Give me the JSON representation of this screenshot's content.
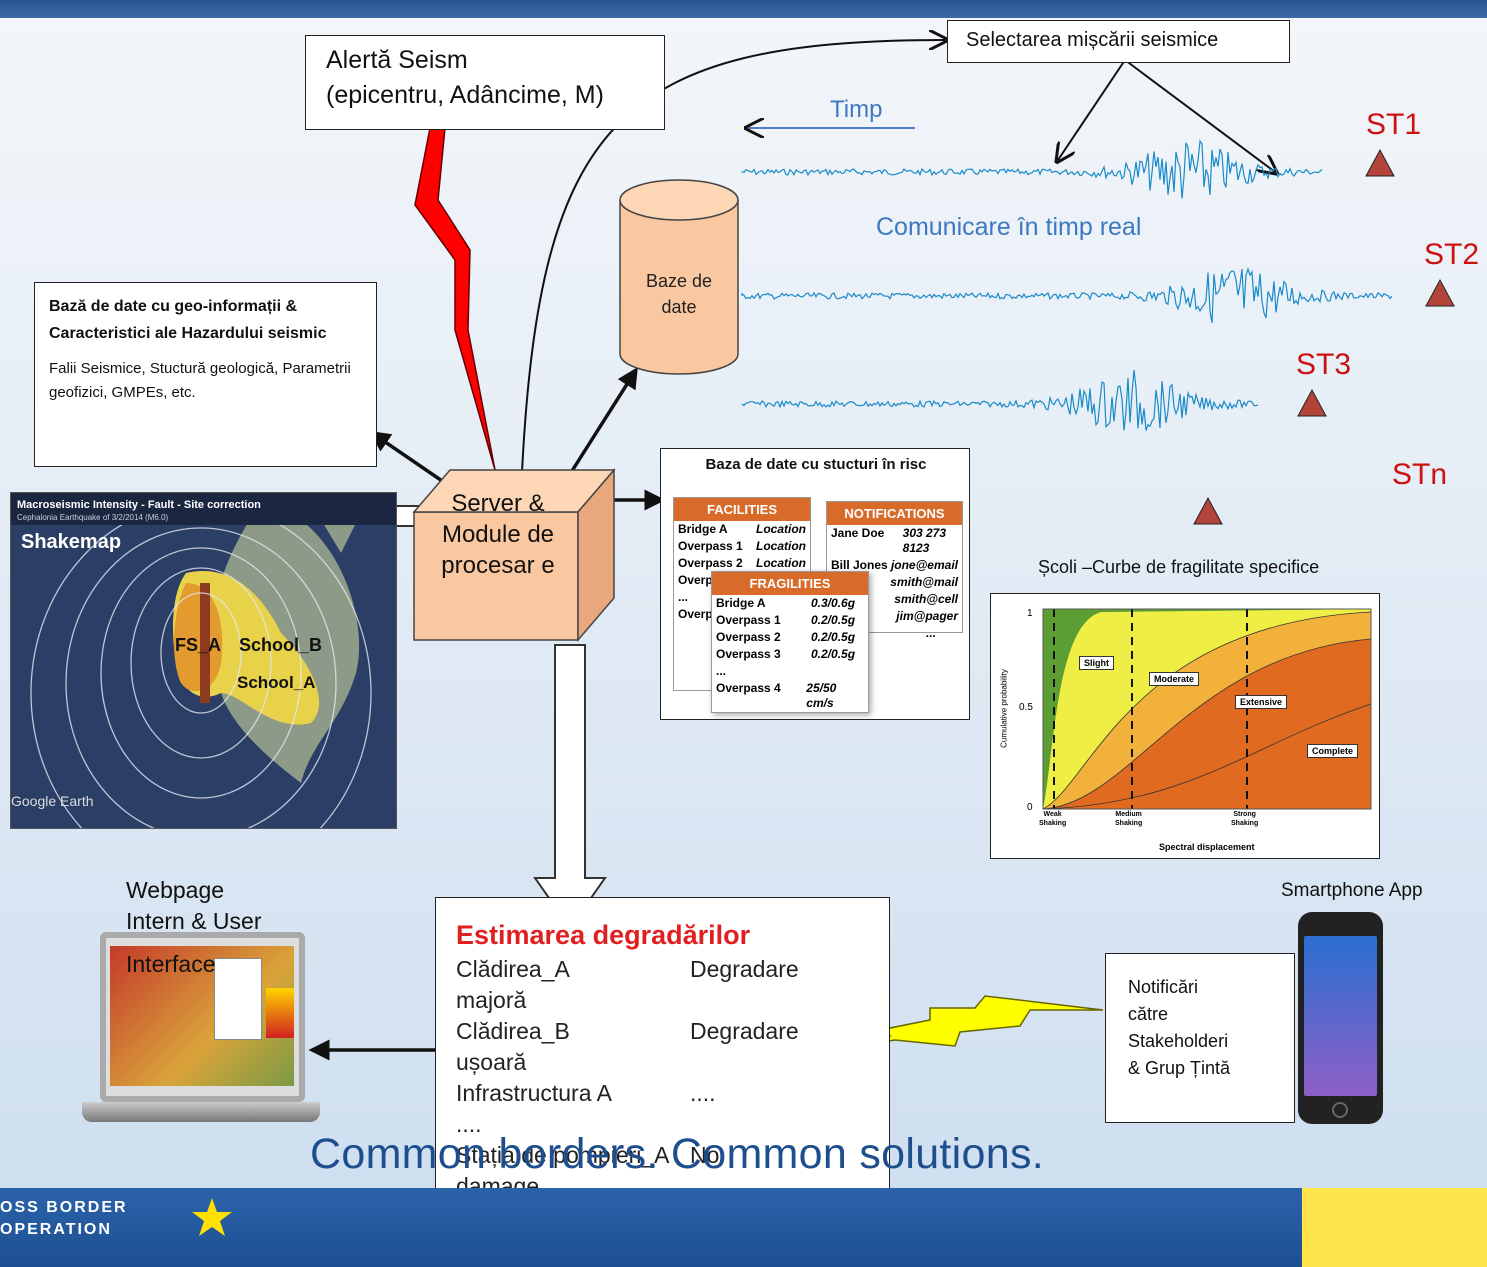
{
  "alert": {
    "line1": "Alertă Seism",
    "line2": "(epicentru, Adâncime, M)"
  },
  "selection": {
    "label": "Selectarea mișcării seismice"
  },
  "time_label": "Timp",
  "comm_label": "Comunicare în timp real",
  "sensors": [
    "ST1",
    "ST2",
    "ST3",
    "STn"
  ],
  "database": {
    "line1": "Baze de",
    "line2": "date"
  },
  "geo_db": {
    "title": "Bază de date cu geo-informații & Caracteristici ale Hazardului seismic",
    "body": "Falii Seismice, Stuctură geologică, Parametrii geofizici, GMPEs, etc."
  },
  "server": {
    "label": "Server & Module de procesar e"
  },
  "struct_db": {
    "title": "Baza de date cu stucturi în risc",
    "facilities": {
      "header": "FACILITIES",
      "rows": [
        [
          "Bridge A",
          "Location"
        ],
        [
          "Overpass 1",
          "Location"
        ],
        [
          "Overpass 2",
          "Location"
        ],
        [
          "Overp",
          ""
        ],
        [
          "...",
          ""
        ],
        [
          "Overp",
          ""
        ]
      ]
    },
    "notifications": {
      "header": "NOTIFICATIONS",
      "rows": [
        [
          "Jane Doe",
          "303 273 8123"
        ],
        [
          "Bill Jones",
          "jone@email"
        ],
        [
          "",
          "smith@mail"
        ],
        [
          "",
          "smith@cell"
        ],
        [
          "",
          "jim@pager"
        ],
        [
          "",
          "..."
        ]
      ]
    },
    "fragilities": {
      "header": "FRAGILITIES",
      "rows": [
        [
          "Bridge A",
          "0.3/0.6g"
        ],
        [
          "Overpass 1",
          "0.2/0.5g"
        ],
        [
          "Overpass 2",
          "0.2/0.5g"
        ],
        [
          "Overpass 3",
          "0.2/0.5g"
        ],
        [
          "...",
          ""
        ],
        [
          "Overpass 4",
          "25/50 cm/s"
        ]
      ]
    }
  },
  "shakemap": {
    "header": "Macroseismic Intensity - Fault - Site correction",
    "subheader": "Cephalonia Earthquake of 3/2/2014 (M6.0)",
    "title": "Shakemap",
    "labels": [
      "FS_A",
      "School_B",
      "School_A"
    ],
    "watermark": "Google Earth"
  },
  "fragility": {
    "caption": "Școli –Curbe de fragilitate specifice",
    "ylabel": "Cumulative probability",
    "xlabel": "Spectral displacement",
    "yticks": [
      "1",
      "0.5",
      "0"
    ],
    "xticks": [
      [
        "Weak",
        "Shaking"
      ],
      [
        "Medium",
        "Shaking"
      ],
      [
        "Strong",
        "Shaking"
      ]
    ],
    "states": [
      "Slight",
      "Moderate",
      "Extensive",
      "Complete"
    ]
  },
  "estimation": {
    "title": "Estimarea degradărilor",
    "rows": [
      [
        "Clădirea_A",
        "Degradare"
      ],
      [
        "majoră",
        ""
      ],
      [
        "Clădirea_B",
        "Degradare"
      ],
      [
        "ușoară",
        ""
      ],
      [
        "Infrastructura A",
        "...."
      ],
      [
        "....",
        ""
      ],
      [
        "Stația de pompieri_A",
        "No"
      ],
      [
        "damage",
        ""
      ]
    ]
  },
  "webpage": {
    "line1": "Webpage",
    "line2": "Intern & User",
    "line3": "Interface"
  },
  "notifications_box": {
    "line1": "Notificări",
    "line2": "către",
    "line3": "Stakeholderi",
    "line4": "& Grup Țintă"
  },
  "smartphone": {
    "label": "Smartphone App"
  },
  "slogan": "Common borders. Common solutions.",
  "footer": {
    "line1": "OSS BORDER",
    "line2": "OPERATION"
  }
}
